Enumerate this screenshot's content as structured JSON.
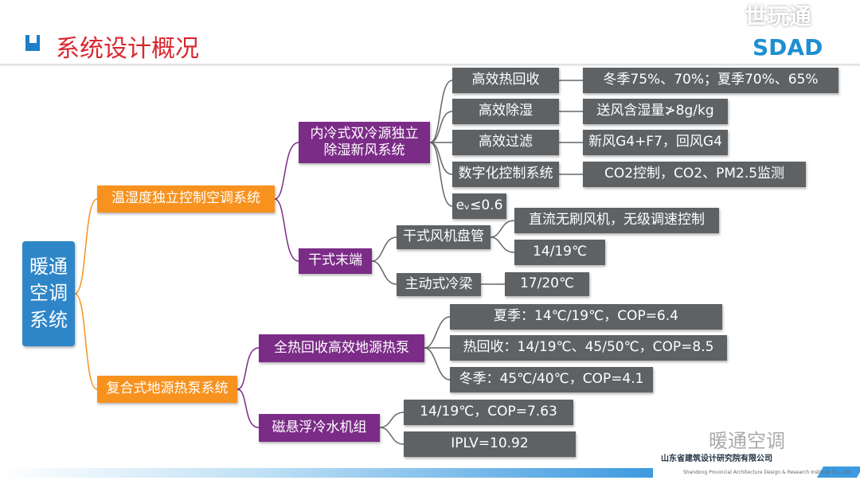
{
  "header": {
    "title": "系统设计概况",
    "logo": "SDAD",
    "watermark": "世玩通"
  },
  "root": "暖通空调系统",
  "branches": {
    "thic": "温湿度独立控制空调系统",
    "gshp": "复合式地源热泵系统",
    "fresh_air": "内冷式双冷源独立除湿新风系统",
    "dry_end": "干式末端",
    "heat_pump": "全热回收高效地源热泵",
    "maglev": "磁悬浮冷水机组"
  },
  "fresh_air_items": [
    {
      "label": "高效热回收",
      "value": "冬季75%、70%；夏季70%、65%"
    },
    {
      "label": "高效除湿",
      "value": "送风含湿量≯8g/kg"
    },
    {
      "label": "高效过滤",
      "value": "新风G4+F7，回风G4"
    },
    {
      "label": "数字化控制系统",
      "value": "CO2控制，CO2、PM2.5监测"
    },
    {
      "label": "eᵥ≤0.6"
    }
  ],
  "dry_end_items": {
    "fcu": "干式风机盘管",
    "fcu_fan": "直流无刷风机，无级调速控制",
    "fcu_temp": "14/19℃",
    "beam": "主动式冷梁",
    "beam_temp": "17/20℃"
  },
  "heat_pump_items": [
    "夏季：14℃/19℃，COP=6.4",
    "热回收：14/19℃、45/50℃，COP=8.5",
    "冬季：45℃/40℃，COP=4.1"
  ],
  "maglev_items": [
    "14/19℃，COP=7.63",
    "IPLV=10.92"
  ],
  "footer": {
    "wechat": "暖通空调",
    "institute": "山东省建筑设计研究院有限公司",
    "institute_en": "Shandong Provincial Architecture Design & Research Institute Co., Ltd."
  }
}
